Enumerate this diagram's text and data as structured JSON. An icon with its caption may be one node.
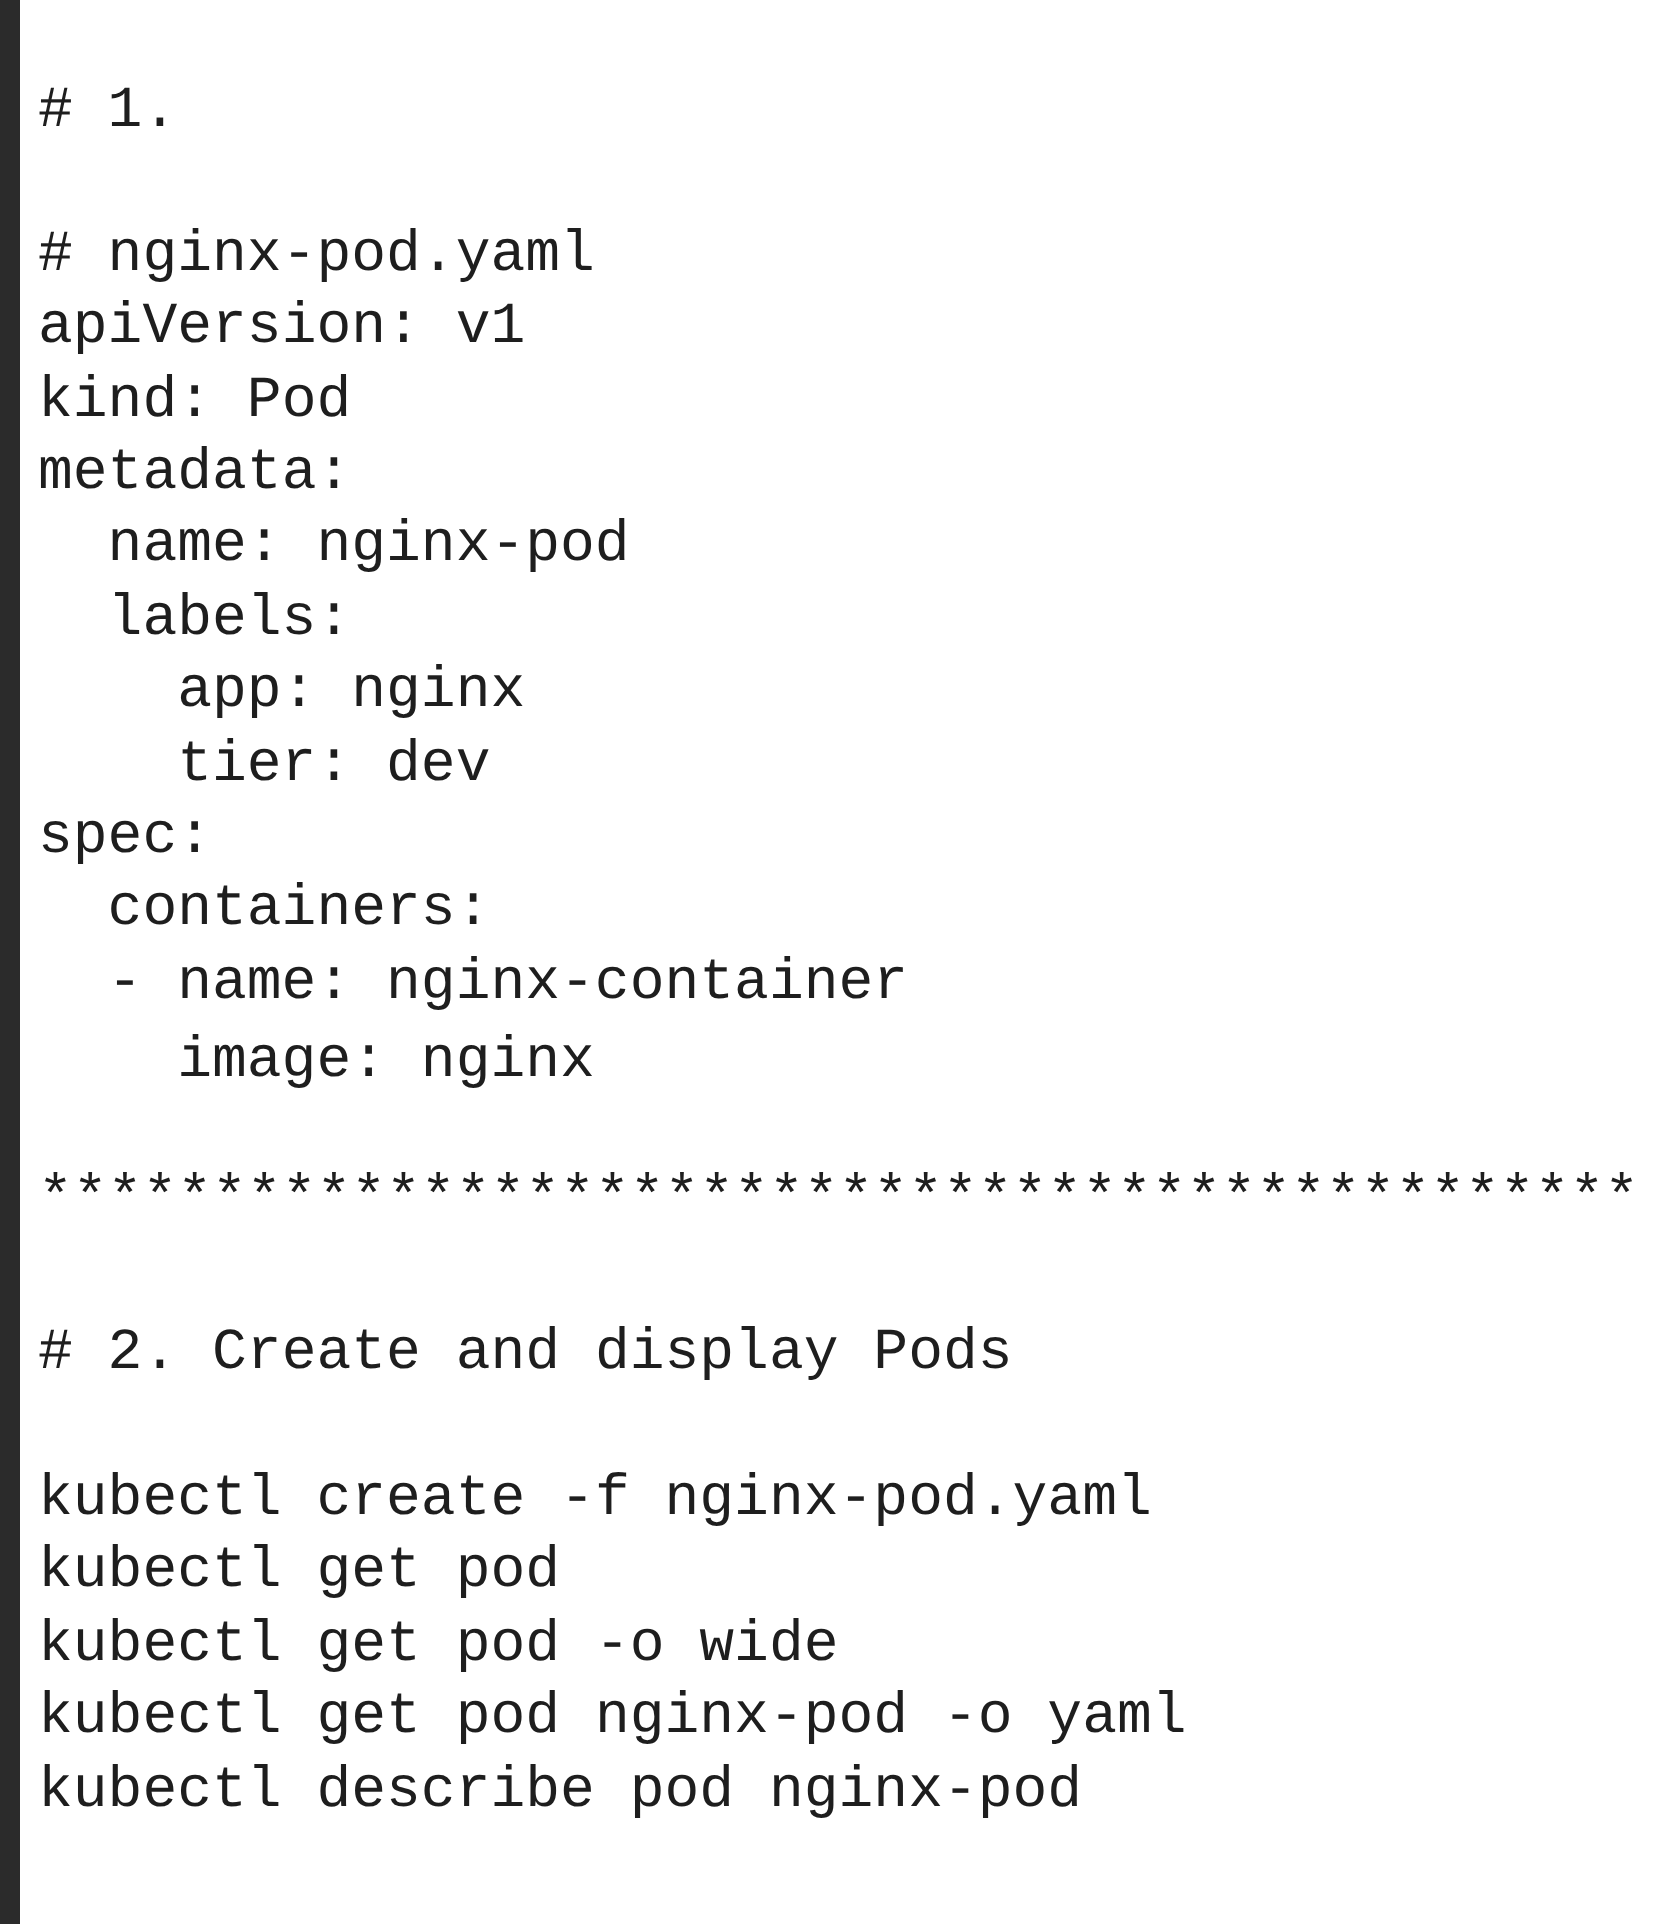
{
  "diagram": {
    "labels": [
      "# 1.",
      "# nginx-pod.yaml",
      "apiVersion: v1",
      "kind: Pod",
      "metadata:",
      "name: nginx-pod",
      "labels:",
      "app: nginx",
      "tier: dev",
      "spec:",
      "containers:",
      "- name: nginx-container",
      "image: nginx",
      "**********************************************",
      "# 2. Create and display Pods",
      "kubectl create -f nginx-pod.yaml",
      "kubectl get pod",
      "kubectl get pod -o wide",
      "kubectl get pod nginx-pod -o yaml",
      "kubectl describe pod nginx-pod"
    ]
  }
}
